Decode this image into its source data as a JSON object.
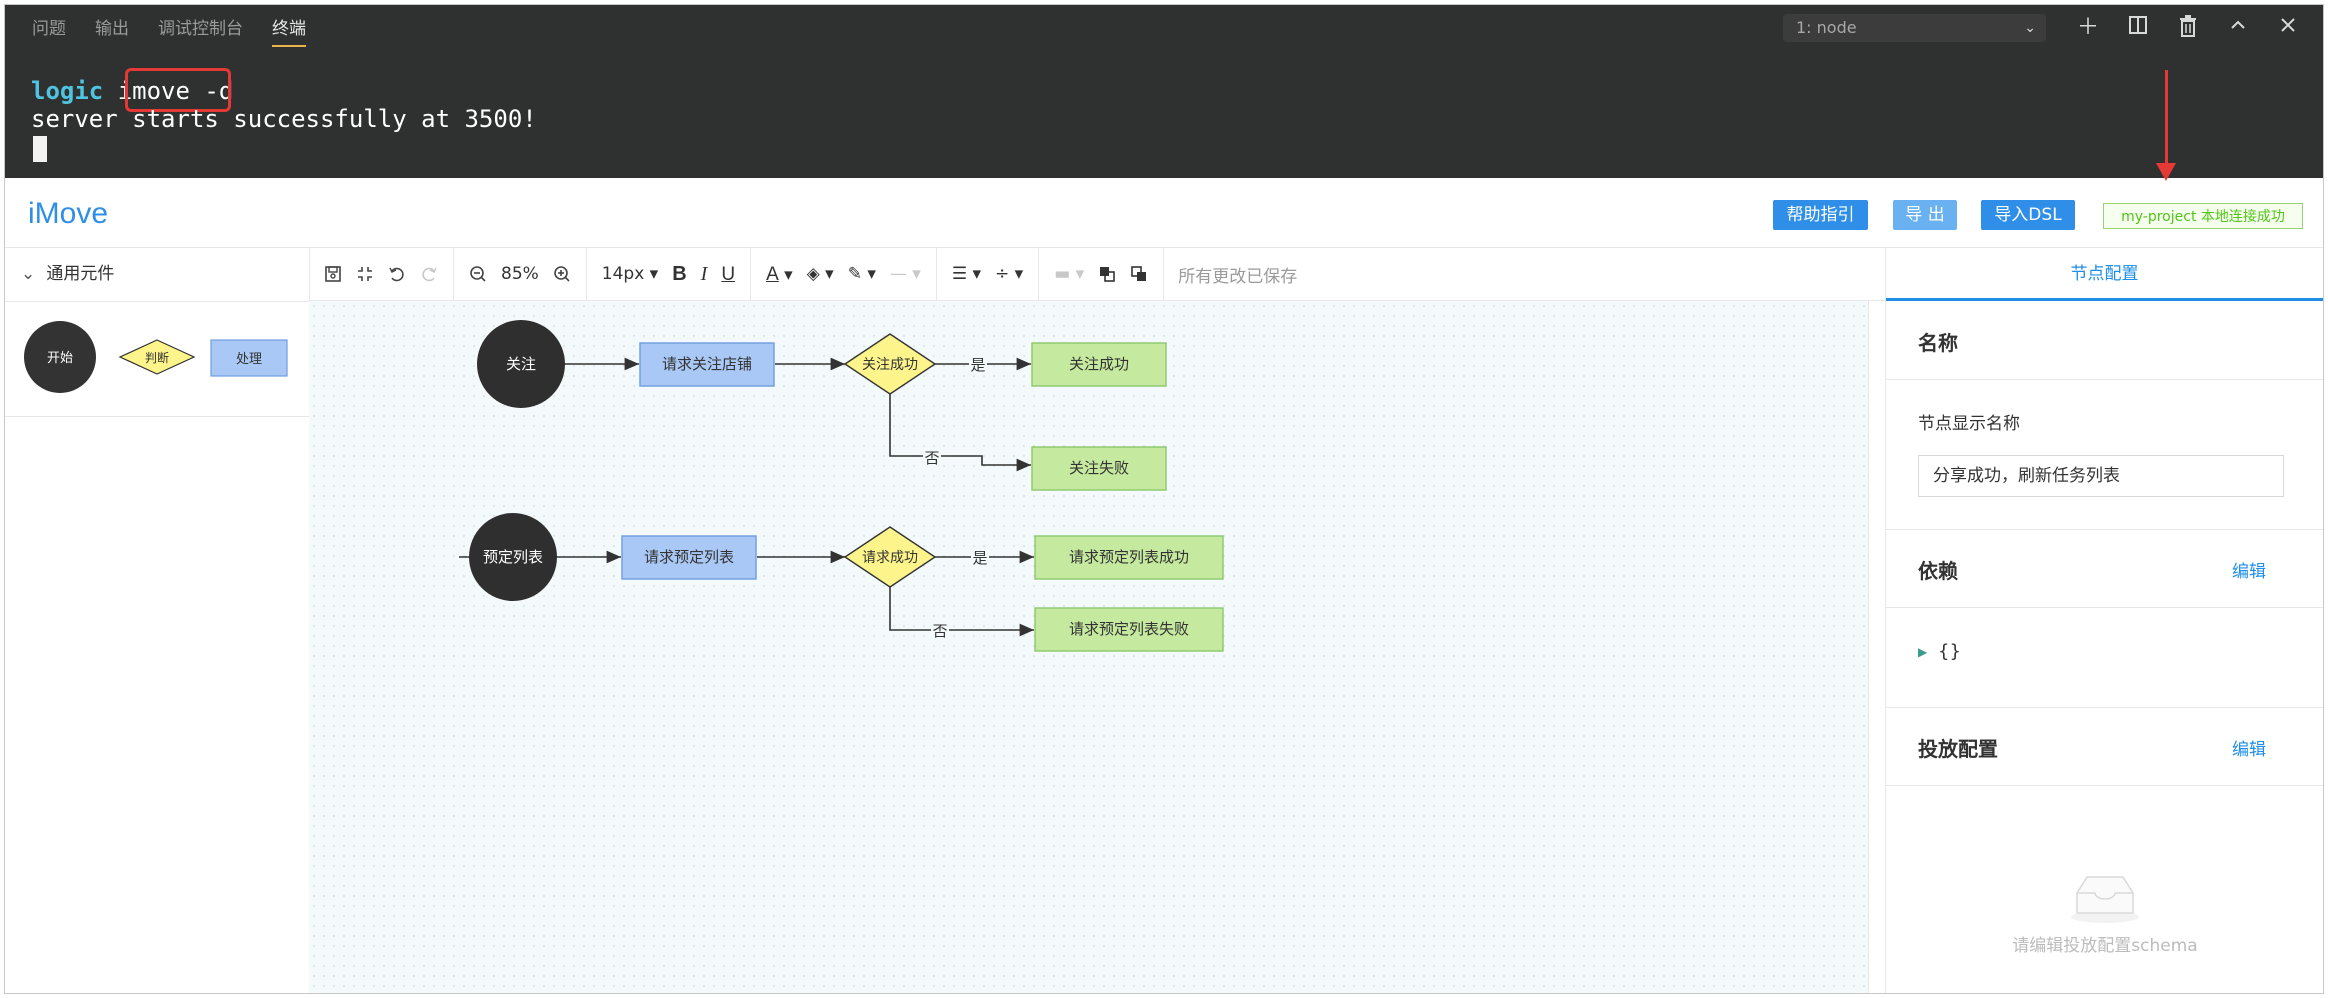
{
  "terminal": {
    "tabs": [
      "问题",
      "输出",
      "调试控制台",
      "终端"
    ],
    "active_tab": "终端",
    "select_value": "1: node",
    "prompt_dir": "logic",
    "command": "imove -d",
    "output": "server starts successfully at 3500!"
  },
  "header": {
    "logo": "iMove",
    "help_btn": "帮助指引",
    "export_btn": "导 出",
    "import_btn": "导入DSL",
    "status": "my-project 本地连接成功",
    "colors": {
      "primary": "#2f8fe8",
      "export_light": "#69b1f0",
      "success": "#52c41a"
    }
  },
  "sidebar": {
    "title": "通用元件",
    "shapes": {
      "start": "开始",
      "decision": "判断",
      "process": "处理"
    }
  },
  "toolbar": {
    "zoom": "85%",
    "font_size": "14px",
    "saved_text": "所有更改已保存"
  },
  "flow": {
    "row1": {
      "start": "关注",
      "process": "请求关注店铺",
      "decision": "关注成功",
      "yes_label": "是",
      "no_label": "否",
      "success": "关注成功",
      "fail": "关注失败"
    },
    "row2": {
      "start": "预定列表",
      "process": "请求预定列表",
      "decision": "请求成功",
      "yes_label": "是",
      "no_label": "否",
      "success": "请求预定列表成功",
      "fail": "请求预定列表失败"
    }
  },
  "panel": {
    "tab": "节点配置",
    "name_section": "名称",
    "display_name_label": "节点显示名称",
    "display_name_value": "分享成功，刷新任务列表",
    "deps_section": "依赖",
    "deps_edit": "编辑",
    "deps_value": "{}",
    "deploy_section": "投放配置",
    "deploy_edit": "编辑",
    "deploy_empty": "请编辑投放配置schema"
  }
}
